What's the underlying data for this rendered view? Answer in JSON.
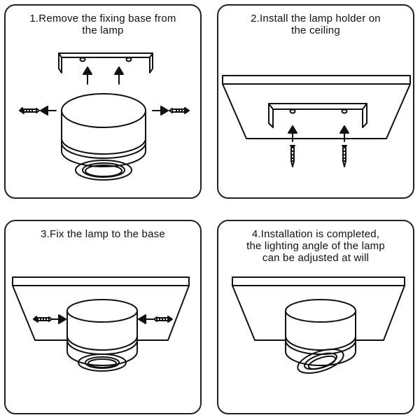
{
  "steps": [
    {
      "number": "1",
      "lines": [
        "1.Remove the fixing base from",
        "the lamp"
      ]
    },
    {
      "number": "2",
      "lines": [
        "2.Install the lamp holder on",
        "the ceiling"
      ]
    },
    {
      "number": "3",
      "lines": [
        "3.Fix the lamp to the base"
      ]
    },
    {
      "number": "4",
      "lines": [
        "4.Installation is completed,",
        "the lighting angle of the lamp",
        "can be adjusted at will"
      ]
    }
  ],
  "colors": {
    "line": "#111111",
    "background": "#ffffff",
    "panel_border": "#222222"
  },
  "icons": [
    "screw-icon",
    "arrow-icon",
    "bracket-icon",
    "ceiling-plate-icon",
    "cylinder-lamp-icon"
  ]
}
